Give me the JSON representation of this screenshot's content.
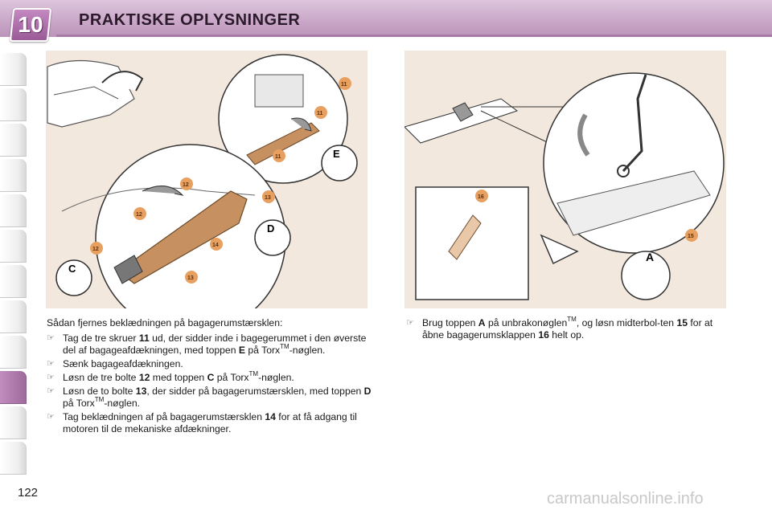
{
  "header": {
    "chapter": "10",
    "title": "PRAKTISKE OPLYSNINGER"
  },
  "page_number": "122",
  "watermark": "carmanualsonline.info",
  "left": {
    "intro": "Sådan fjernes beklædningen på bagagerumstærsklen:",
    "b1": {
      "a": "Tag de tre skruer ",
      "n": "11",
      "b": " ud, der sidder inde i bagegerummet i den øverste del af bagageafdækningen, med toppen ",
      "c": "E",
      "d": " på Torx",
      "tm": "TM",
      "e": "-nøglen."
    },
    "b2": "Sænk bagageafdækningen.",
    "b3": {
      "a": "Løsn de tre bolte ",
      "n": "12",
      "b": " med toppen ",
      "c": "C",
      "d": " på Torx",
      "tm": "TM",
      "e": "-nøglen."
    },
    "b4": {
      "a": "Løsn de to bolte ",
      "n": "13",
      "b": ", der sidder på bagagerumstærsklen, med toppen ",
      "c": "D",
      "d": " på Torx",
      "tm": "TM",
      "e": "-nøglen."
    },
    "b5": {
      "a": "Tag beklædningen af på bagagerumstærsklen ",
      "n": "14",
      "b": " for at få adgang til motoren til de mekaniske afdækninger."
    }
  },
  "right": {
    "b1": {
      "a": "Brug toppen ",
      "n": "A",
      "b": " på unbrakonøglen",
      "tm": "TM",
      "c": ", og løsn midterbol-ten ",
      "d": "15",
      "e": " for at åbne bagagerumsklappen ",
      "f": "16",
      "g": " helt op."
    }
  },
  "fig_left": {
    "labels": [
      "11",
      "11",
      "11",
      "12",
      "12",
      "12",
      "13",
      "13",
      "14",
      "C",
      "D",
      "E"
    ]
  },
  "fig_right": {
    "labels": [
      "15",
      "16",
      "A"
    ]
  },
  "colors": {
    "header": "#c9a6c8",
    "accent": "#9a5a97",
    "panel": "#f3e8dd",
    "trim": "#c69060",
    "badge": "#e8a060"
  }
}
